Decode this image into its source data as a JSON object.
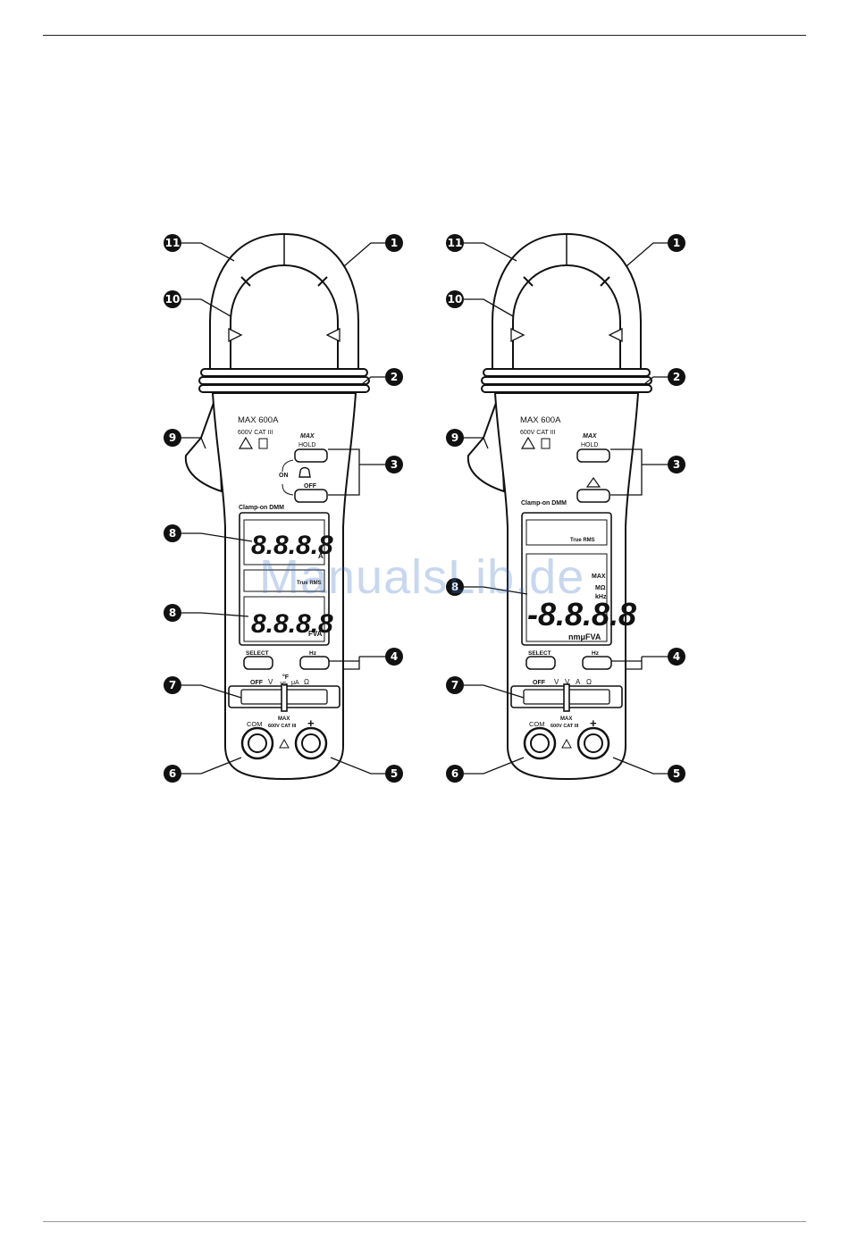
{
  "watermark": "ManualsLib.de",
  "callouts_left": [
    "11",
    "10",
    "9",
    "8",
    "8",
    "7",
    "6",
    "1",
    "2",
    "3",
    "4",
    "5"
  ],
  "callouts_right": [
    "11",
    "10",
    "9",
    "8",
    "7",
    "6",
    "1",
    "2",
    "3",
    "4",
    "5"
  ],
  "meter_left": {
    "max_label": "MAX 600A",
    "cat_label": "600V CAT III",
    "btn_max": "MAX",
    "btn_hold": "HOLD",
    "on_label": "ON",
    "off_label": "OFF",
    "brand": "Clamp-on DMM",
    "lcd_top_digits": "8.8.8.8",
    "lcd_top_unit": "A",
    "lcd_middle": "True RMS",
    "lcd_bottom_digits": "8.8.8.8",
    "lcd_bottom_units": "FVA",
    "select_label": "SELECT",
    "hz_label": "Hz",
    "dial_off": "OFF",
    "dial_v": "V",
    "dial_f": "°F",
    "dial_c": "°C",
    "dial_ua": "μA",
    "dial_ohm": "Ω",
    "com_label": "COM",
    "max_bottom": "MAX",
    "cat_bottom": "600V CAT III",
    "plus": "+"
  },
  "meter_right": {
    "max_label": "MAX 600A",
    "cat_label": "600V CAT III",
    "btn_max": "MAX",
    "btn_hold": "HOLD",
    "brand": "Clamp-on DMM",
    "lcd_middle": "True RMS",
    "lcd_digits": "-8.8.8.8",
    "lcd_max": "MAX",
    "lcd_mohm": "MΩ",
    "lcd_khz": "kHz",
    "lcd_units": "nmμFVA",
    "select_label": "SELECT",
    "hz_label": "Hz",
    "dial_off": "OFF",
    "dial_v": "V",
    "dial_a": "A",
    "dial_ohm": "Ω",
    "com_label": "COM",
    "max_bottom": "MAX",
    "cat_bottom": "600V CAT III",
    "plus": "+"
  }
}
